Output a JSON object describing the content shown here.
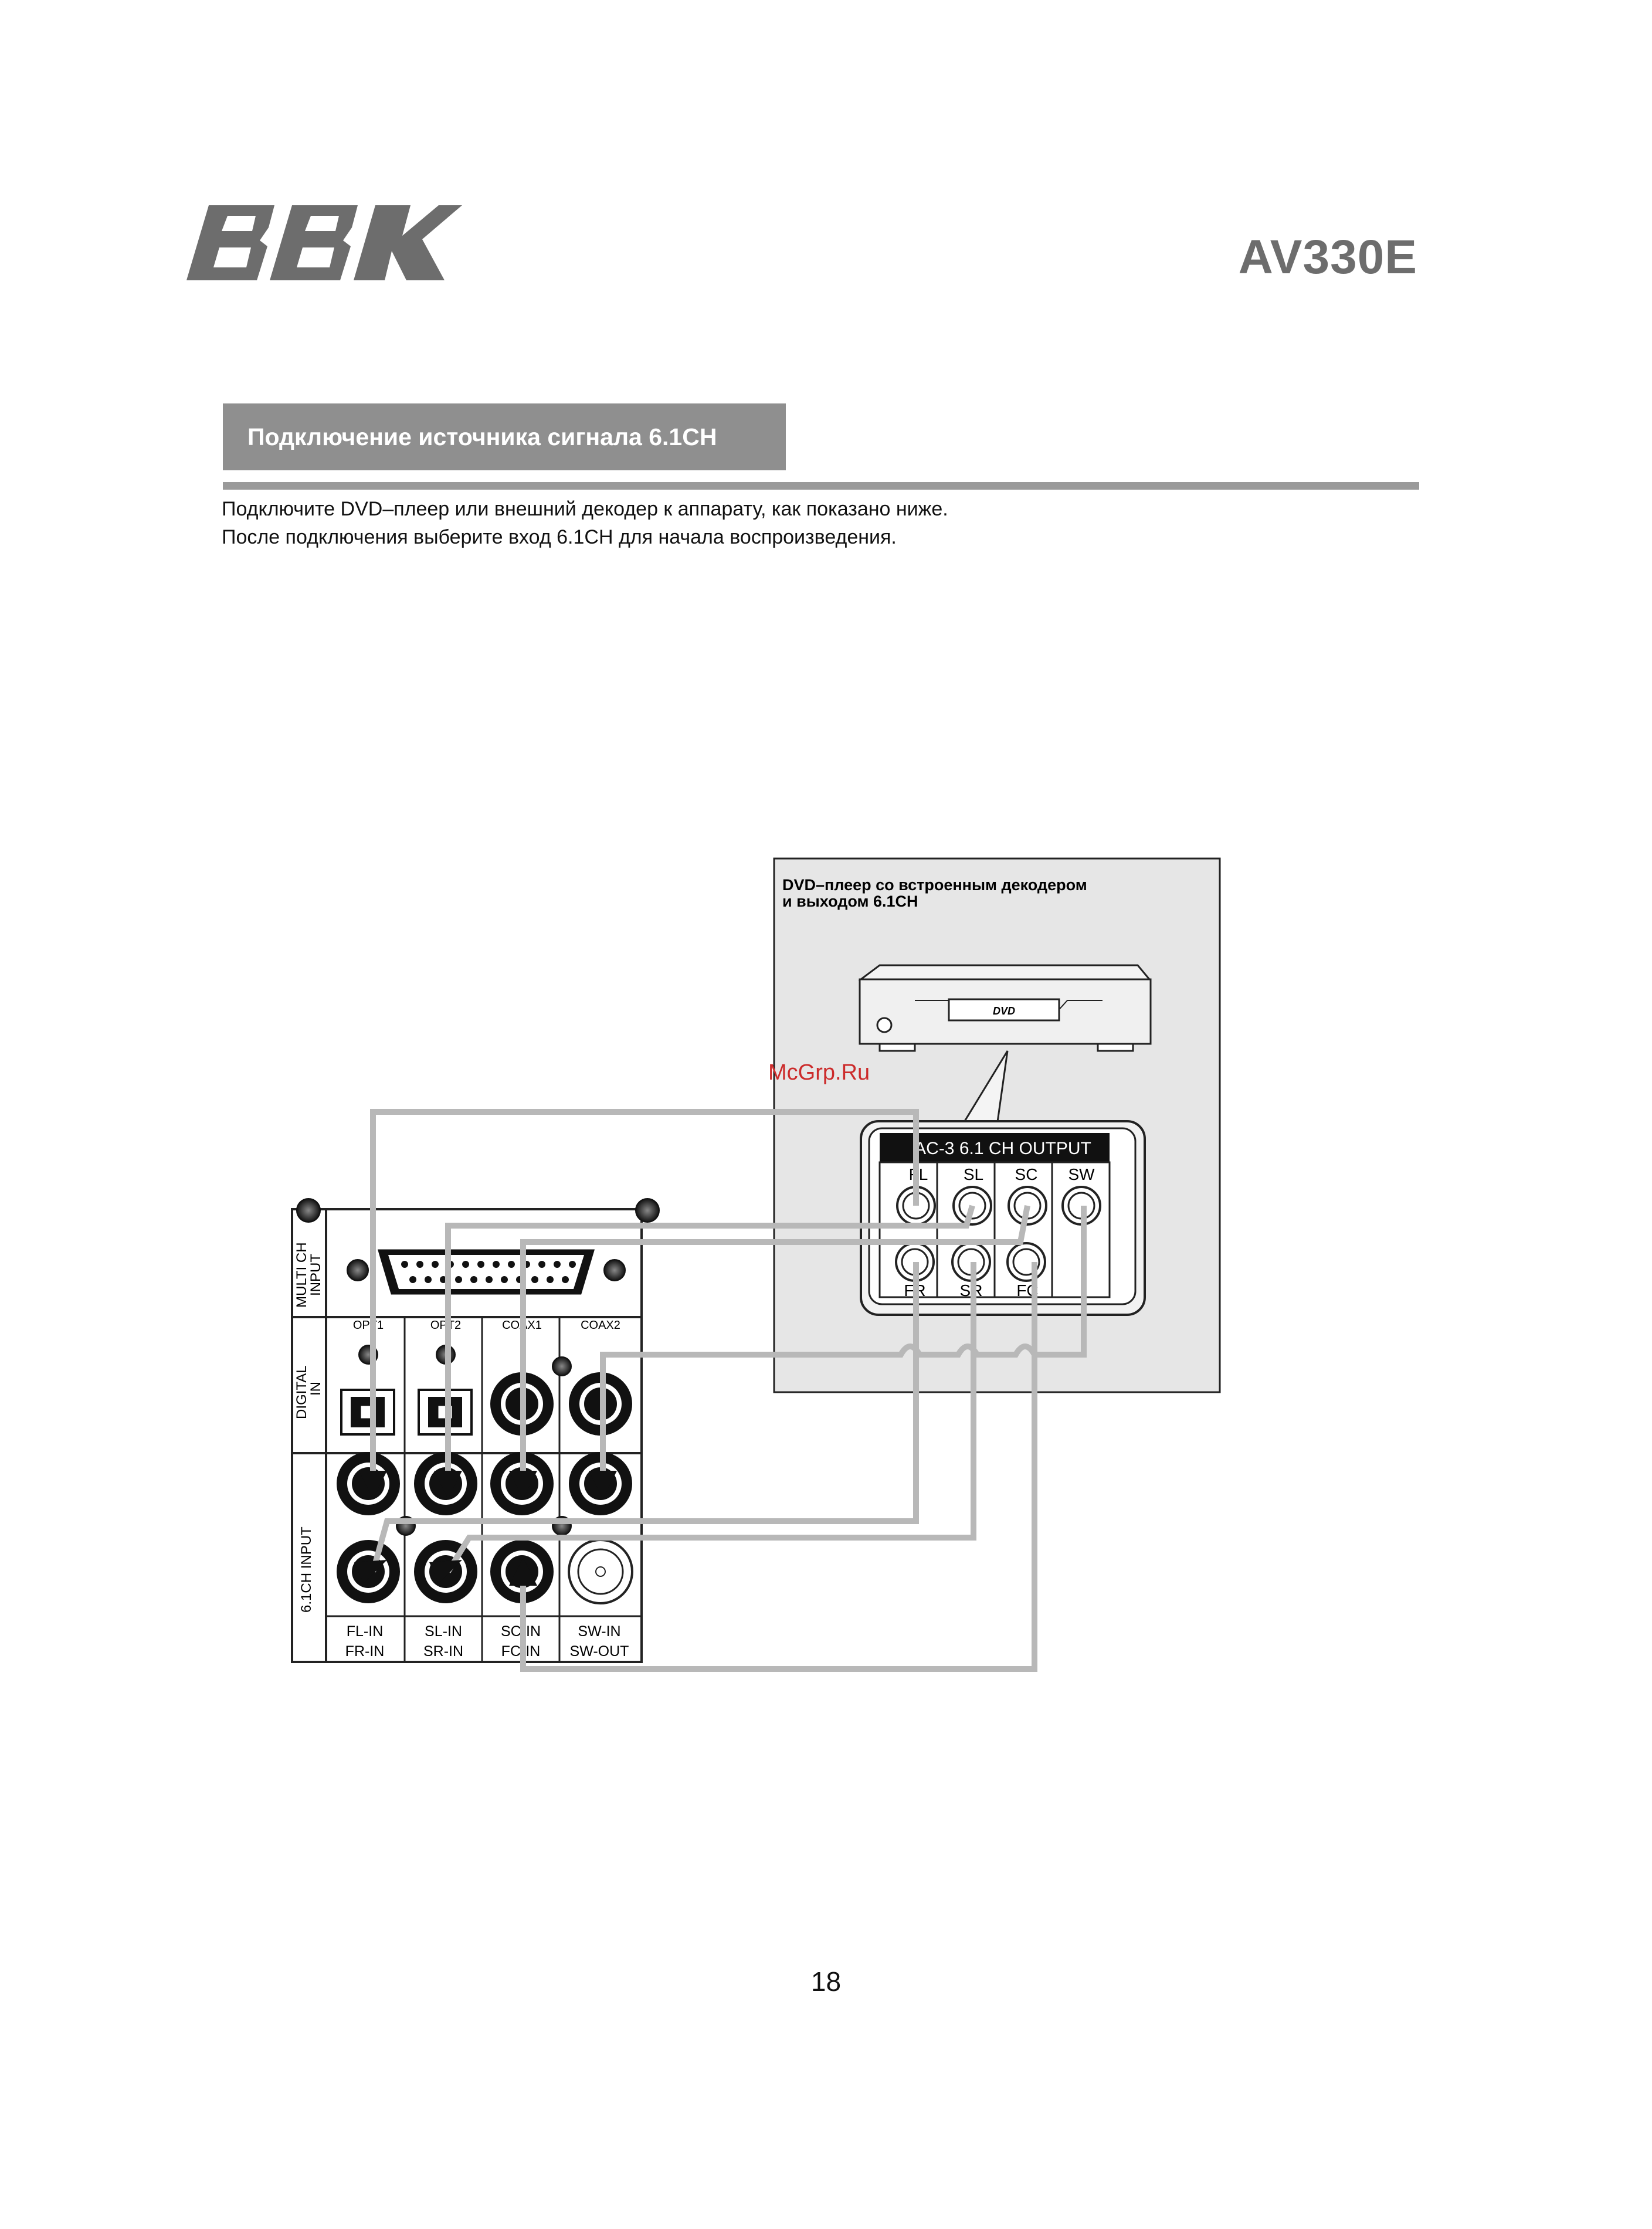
{
  "header": {
    "logo_text": "BBK",
    "model": "AV330E"
  },
  "section": {
    "title": "Подключение источника сигнала 6.1CH"
  },
  "intro": {
    "line1": "Подключите DVD–плеер или внешний декодер к аппарату, как показано ниже.",
    "line2": "После подключения выберите вход 6.1CH для начала воспроизведения."
  },
  "diagram": {
    "player_caption_1": "DVD–плеер со встроенным декодером",
    "player_caption_2": "и выходом 6.1CH",
    "dvd_logo": "DVD",
    "output_panel_title": "AC-3 6.1 CH OUTPUT",
    "output_top_labels": [
      "FL",
      "SL",
      "SC",
      "SW"
    ],
    "output_bottom_labels": [
      "FR",
      "SR",
      "FC"
    ],
    "unit_sections": {
      "multich": "MULTI CH",
      "multich_2": "INPUT",
      "digital": "DIGITAL",
      "digital_2": "IN",
      "six_ch": "6.1CH INPUT"
    },
    "digital_labels": [
      "OPT1",
      "OPT2",
      "COAX1",
      "COAX2"
    ],
    "input_labels_top": [
      "FL-IN",
      "SL-IN",
      "SC-IN",
      "SW-IN"
    ],
    "input_labels_bottom": [
      "FR-IN",
      "SR-IN",
      "FC-IN",
      "SW-OUT"
    ],
    "colors": {
      "cable": "#b8b8b8",
      "panel_bg": "#e6e6e6",
      "section_box": "#8f8f8f"
    }
  },
  "watermark": "McGrp.Ru",
  "page_number": "18"
}
